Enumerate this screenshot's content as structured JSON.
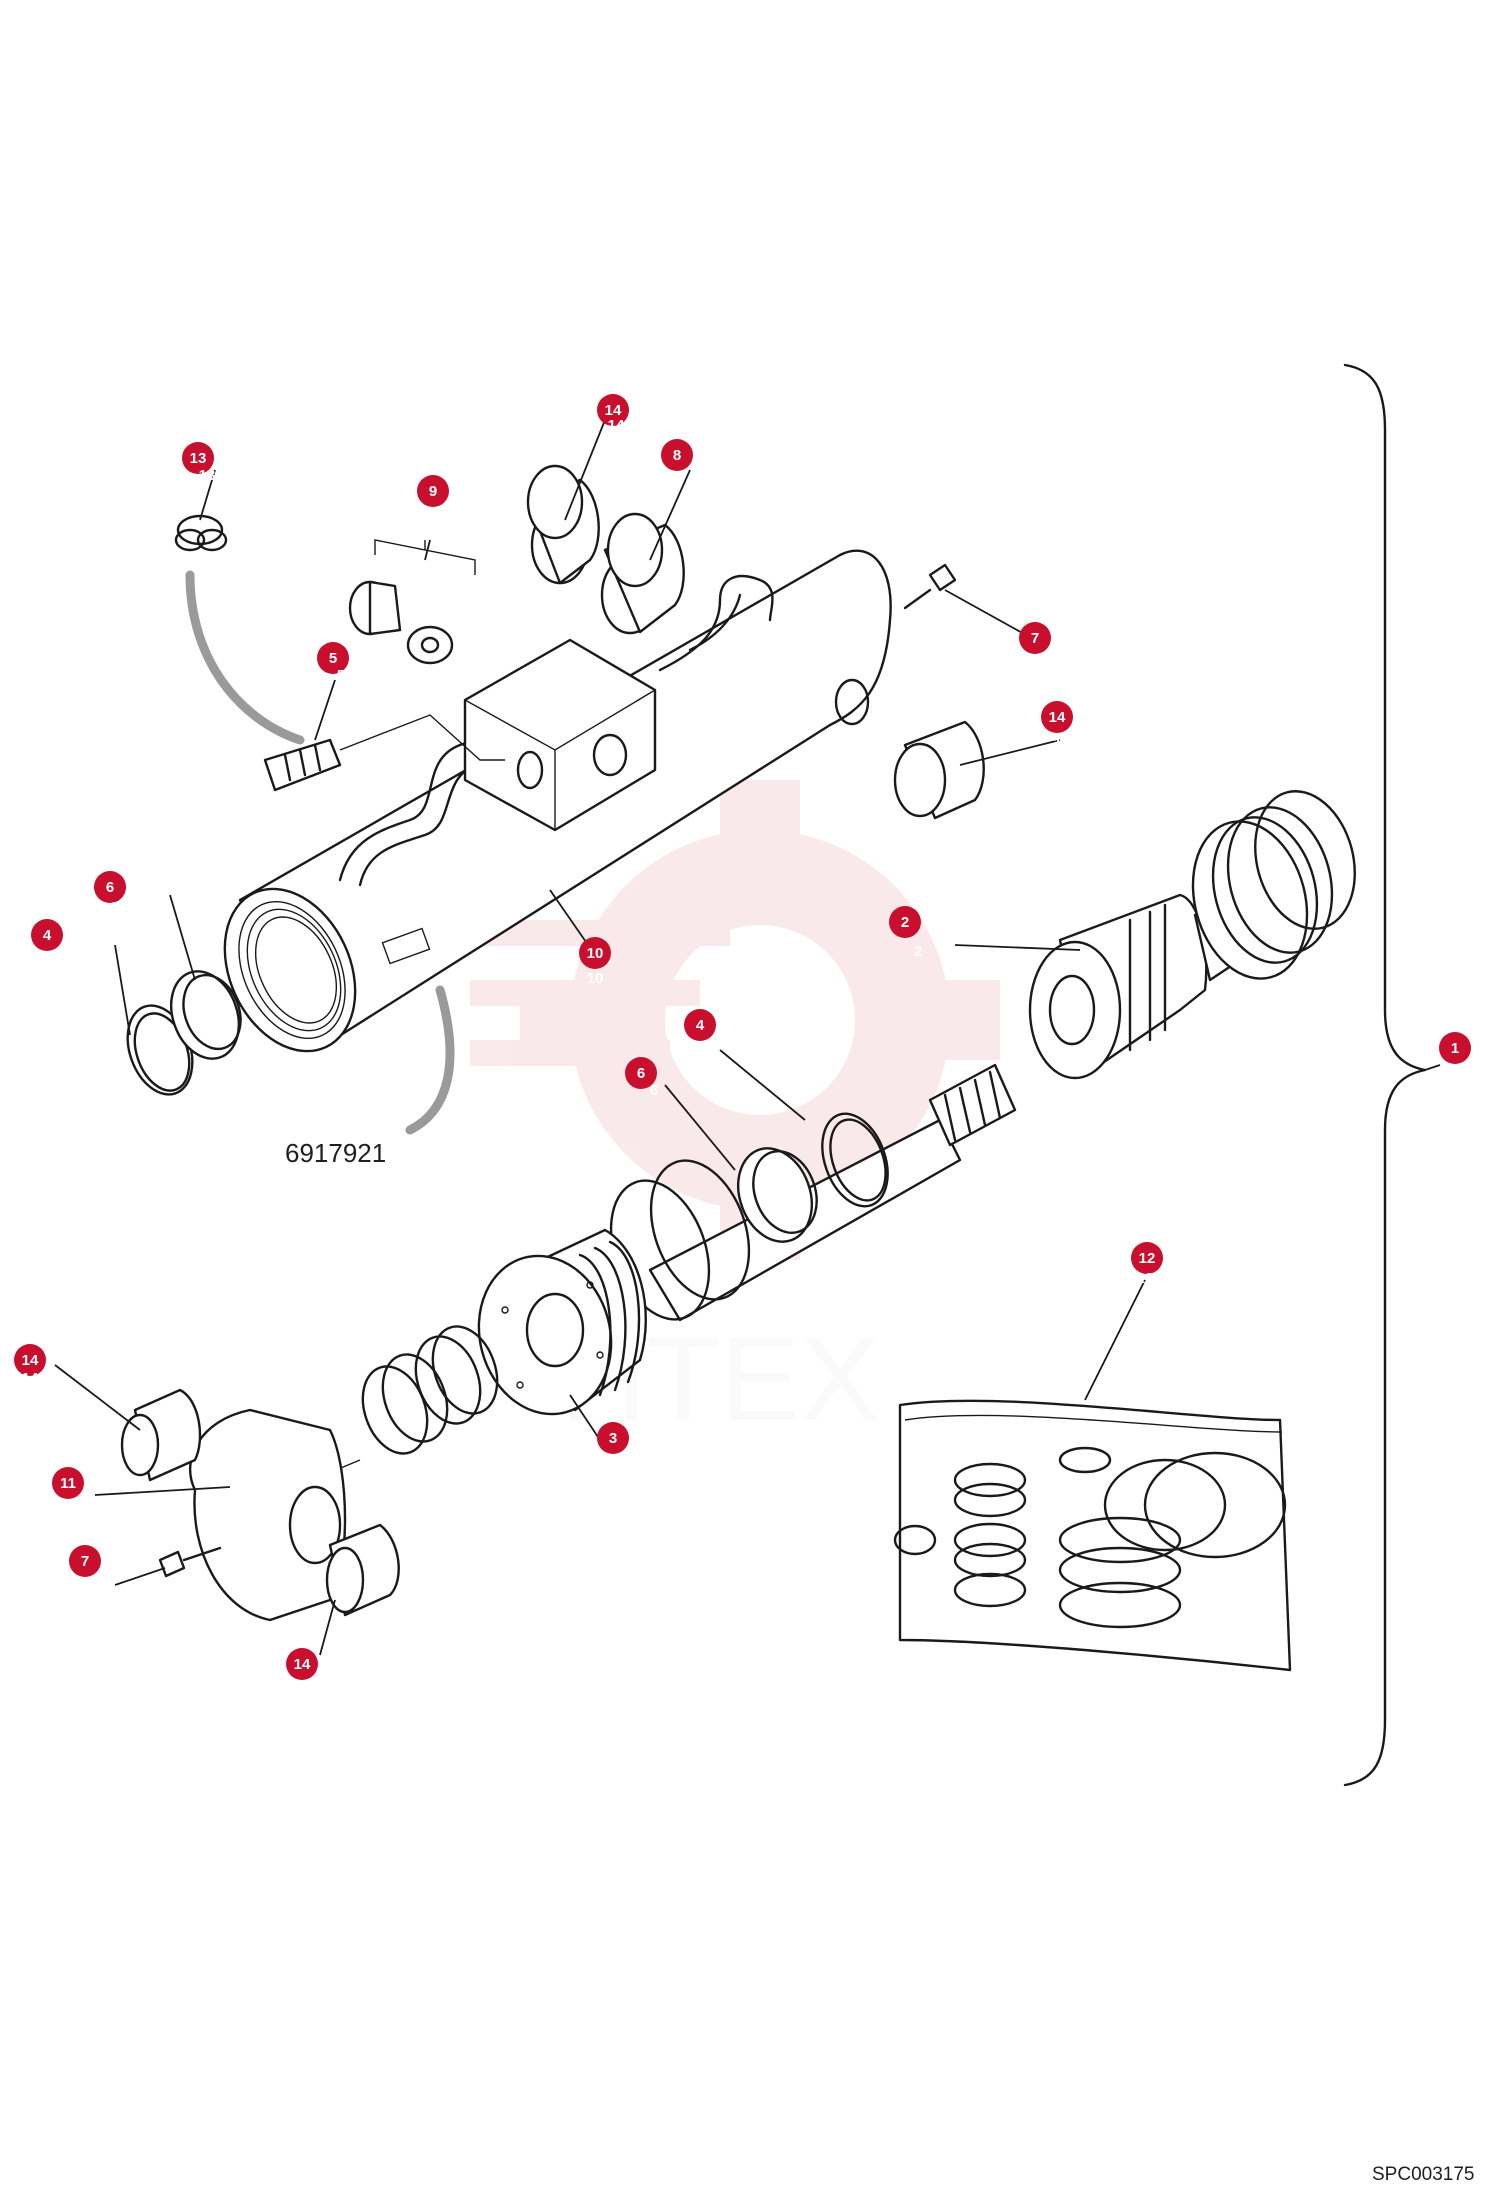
{
  "diagram": {
    "part_number_label": "6917921",
    "drawing_code": "SPC003175",
    "watermark_text": "HTEX",
    "accent_color": "#c8102e",
    "callouts": [
      {
        "id": "c1",
        "badge": "1",
        "label": "1"
      },
      {
        "id": "c2",
        "badge": "2",
        "label": "2"
      },
      {
        "id": "c3",
        "badge": "3",
        "label": "3"
      },
      {
        "id": "c4a",
        "badge": "4",
        "label": "4"
      },
      {
        "id": "c4b",
        "badge": "4",
        "label": "4"
      },
      {
        "id": "c5",
        "badge": "5",
        "label": "5"
      },
      {
        "id": "c6a",
        "badge": "6",
        "label": "6"
      },
      {
        "id": "c6b",
        "badge": "6",
        "label": "6"
      },
      {
        "id": "c7a",
        "badge": "7",
        "label": "7"
      },
      {
        "id": "c7b",
        "badge": "7",
        "label": "7"
      },
      {
        "id": "c8",
        "badge": "8",
        "label": "8"
      },
      {
        "id": "c9",
        "badge": "9",
        "label": "9"
      },
      {
        "id": "c10",
        "badge": "10",
        "label": "10"
      },
      {
        "id": "c11",
        "badge": "11",
        "label": "11"
      },
      {
        "id": "c12",
        "badge": "12",
        "label": "12"
      },
      {
        "id": "c13",
        "badge": "13",
        "label": "13"
      },
      {
        "id": "c14a",
        "badge": "14",
        "label": "14"
      },
      {
        "id": "c14b",
        "badge": "14",
        "label": "14"
      },
      {
        "id": "c14c",
        "badge": "14",
        "label": "14"
      },
      {
        "id": "c14d",
        "badge": "14",
        "label": "14"
      }
    ]
  }
}
